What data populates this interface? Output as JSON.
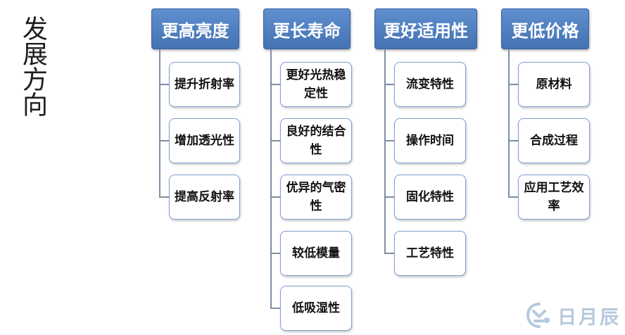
{
  "title": "发展方向",
  "columns": [
    {
      "header": "更高亮度",
      "items": [
        "提升折射率",
        "增加透光性",
        "提高反射率"
      ]
    },
    {
      "header": "更长寿命",
      "items": [
        "更好光热稳定性",
        "良好的结合性",
        "优异的气密性",
        "较低模量",
        "低吸湿性"
      ]
    },
    {
      "header": "更好适用性",
      "items": [
        "流变特性",
        "操作时间",
        "固化特性",
        "工艺特性"
      ]
    },
    {
      "header": "更低价格",
      "items": [
        "原材料",
        "合成过程",
        "应用工艺效率"
      ]
    }
  ],
  "watermark": {
    "text": "日月辰",
    "logo_icon": "brand-logo-icon"
  },
  "colors": {
    "header_fill": "#4f7fc0",
    "box_border": "#7e9fcf",
    "connector": "#7d8ea6",
    "watermark": "#a9c0d8"
  }
}
